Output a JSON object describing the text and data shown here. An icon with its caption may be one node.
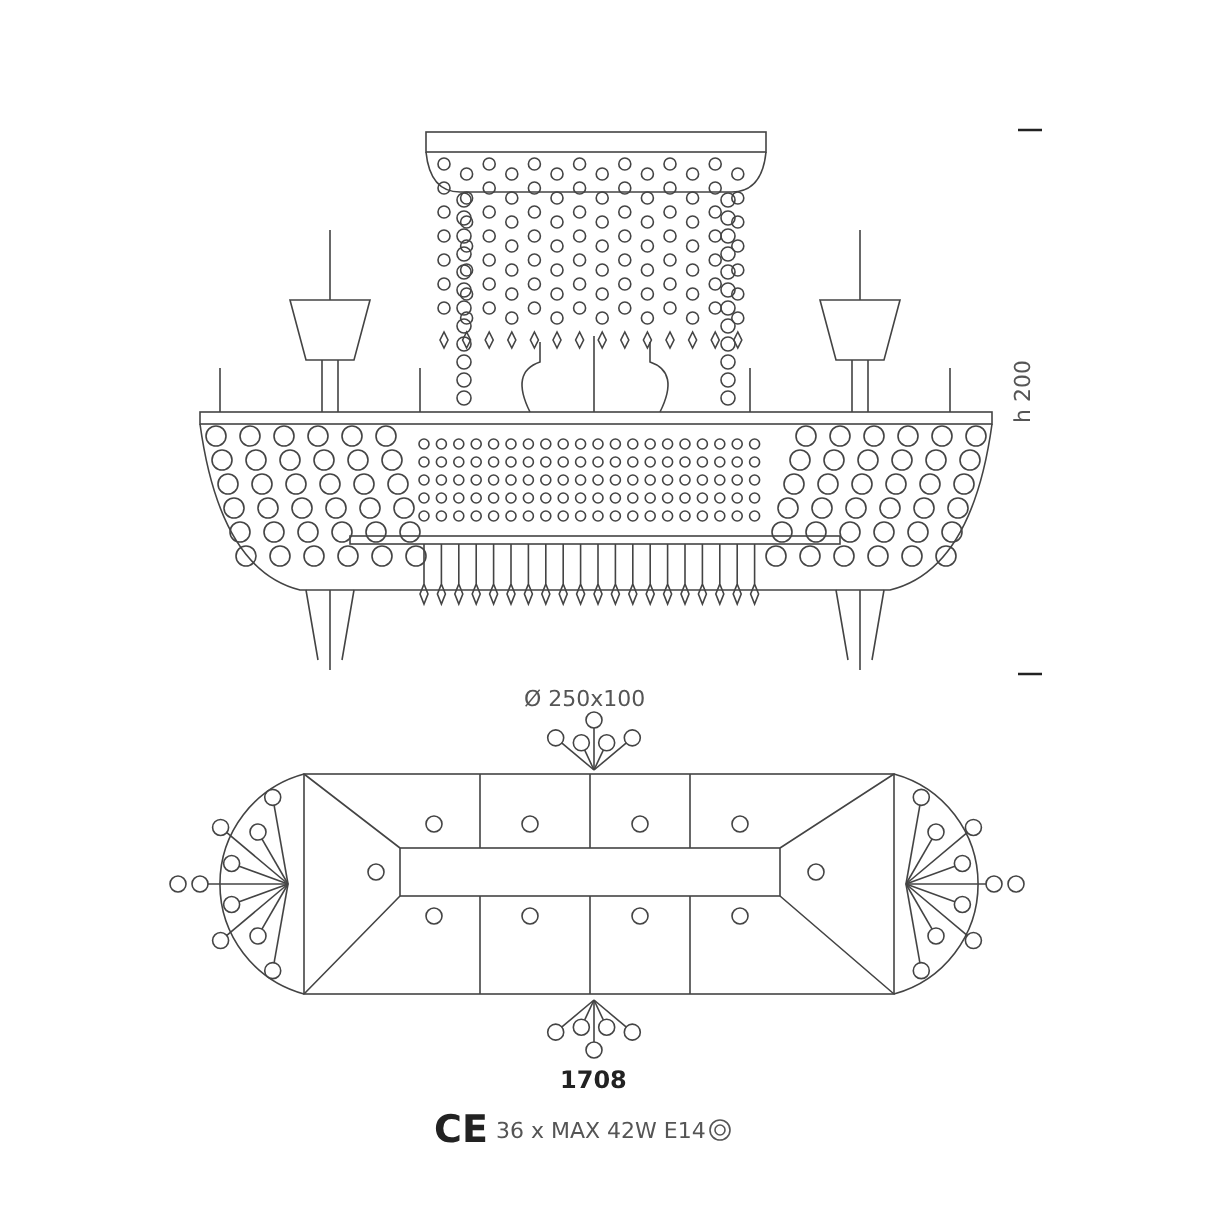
{
  "diagram": {
    "labels": [
      "h 200",
      "Ø 250x100",
      "1708",
      "CE",
      "36 x MAX 42W E14"
    ]
  }
}
